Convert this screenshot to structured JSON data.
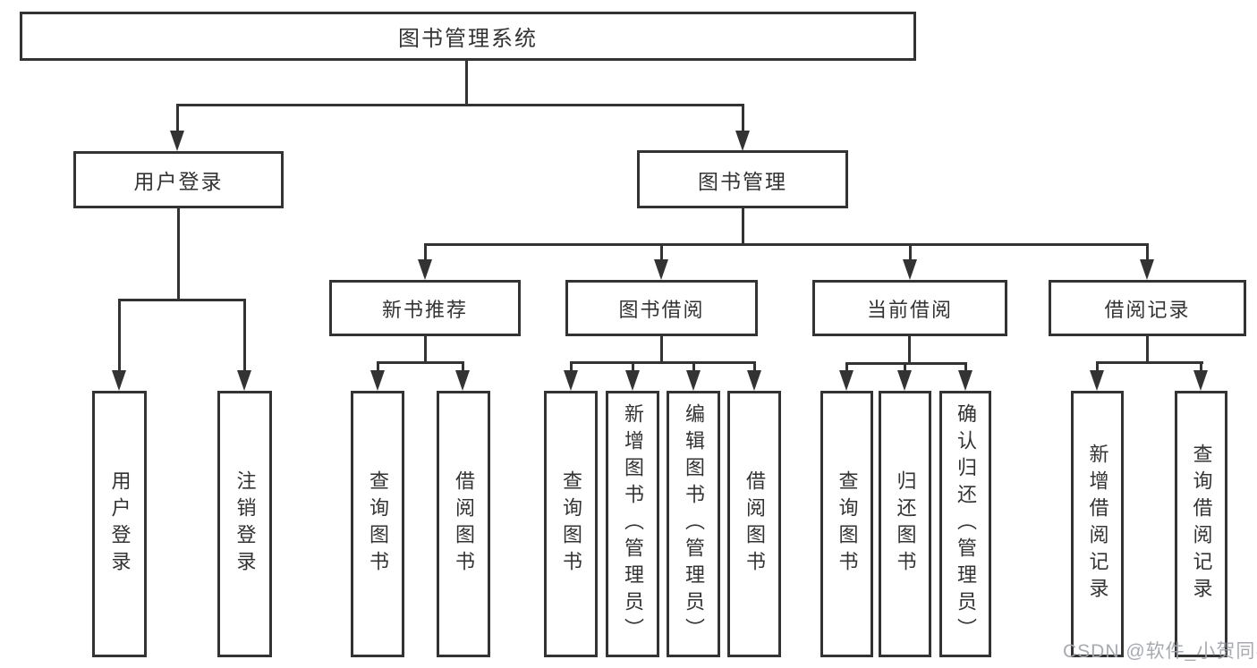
{
  "diagram": {
    "background": "#ffffff",
    "line_color": "#333333",
    "watermark": "CSDN @软件_小贺同学",
    "root": {
      "label": "图书管理系统"
    },
    "branches": [
      {
        "label": "用户登录"
      },
      {
        "label": "图书管理"
      }
    ],
    "modules": [
      {
        "label": "新书推荐"
      },
      {
        "label": "图书借阅"
      },
      {
        "label": "当前借阅"
      },
      {
        "label": "借阅记录"
      }
    ],
    "leaves": [
      {
        "label": "用户登录"
      },
      {
        "label": "注销登录"
      },
      {
        "label": "查询图书"
      },
      {
        "label": "借阅图书"
      },
      {
        "label": "查询图书"
      },
      {
        "label": "新增图书（管理员）"
      },
      {
        "label": "编辑图书（管理员）"
      },
      {
        "label": "借阅图书"
      },
      {
        "label": "查询图书"
      },
      {
        "label": "归还图书"
      },
      {
        "label": "确认归还（管理员）"
      },
      {
        "label": "新增借阅记录"
      },
      {
        "label": "查询借阅记录"
      }
    ]
  }
}
